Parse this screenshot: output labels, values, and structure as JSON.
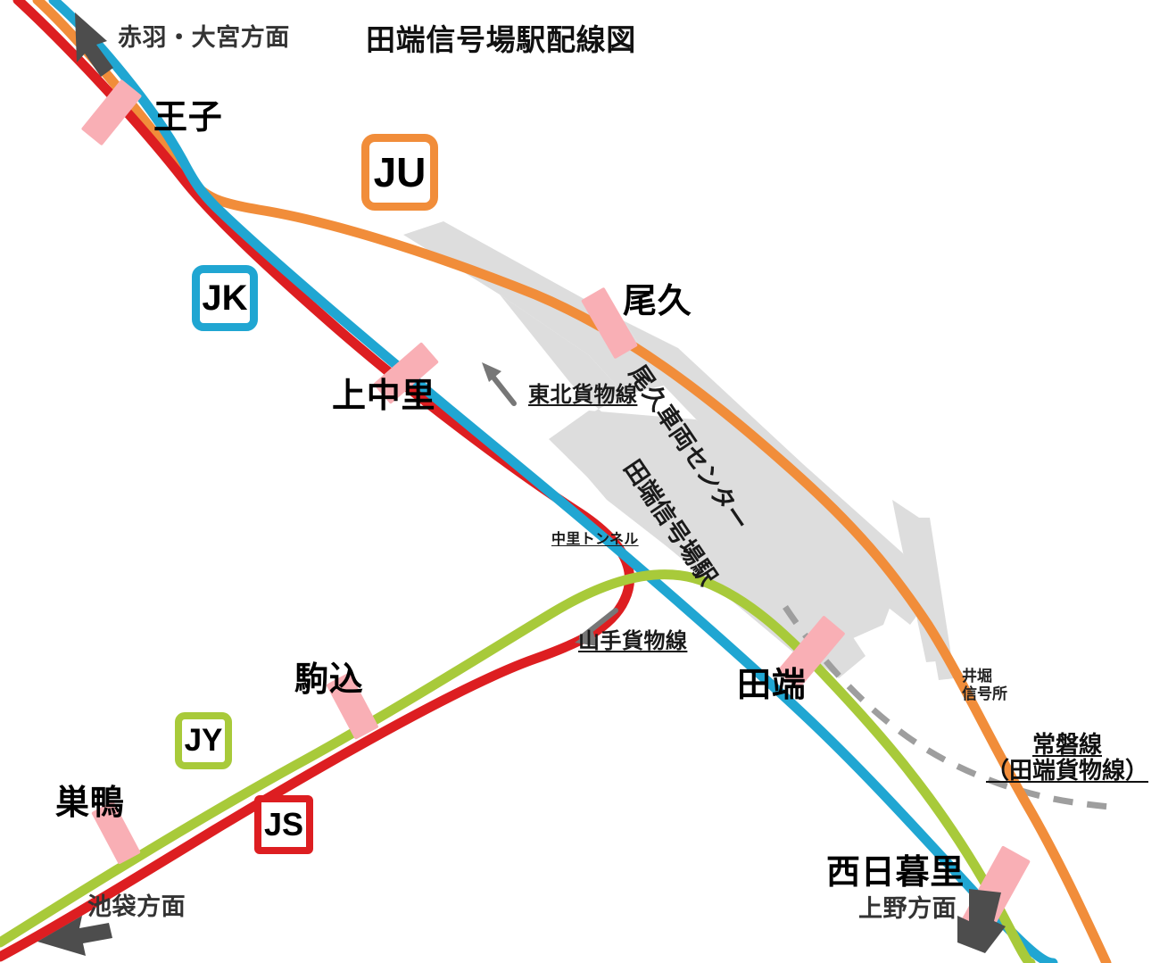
{
  "title": "田端信号場駅配線図",
  "colors": {
    "keihin_tohoku_blue": "#20A6D2",
    "utsunomiya_takasaki_orange": "#F18D3A",
    "freight_red": "#DD1E21",
    "yamanote_green": "#A8CA3A",
    "station_marker_pink": "#F9AFB5",
    "yard_gray": "#DDDDDD",
    "dashed_gray": "#9E9E9E",
    "arrow_gray": "#4D4D4D"
  },
  "directions": [
    {
      "id": "akabane-omiya",
      "label": "赤羽・大宮方面"
    },
    {
      "id": "ikebukuro",
      "label": "池袋方面"
    },
    {
      "id": "ueno",
      "label": "上野方面"
    }
  ],
  "stations": [
    {
      "id": "oji",
      "label": "王子"
    },
    {
      "id": "kaminakazato",
      "label": "上中里"
    },
    {
      "id": "oku",
      "label": "尾久"
    },
    {
      "id": "tabata",
      "label": "田端"
    },
    {
      "id": "komagome",
      "label": "駒込"
    },
    {
      "id": "sugamo",
      "label": "巣鴨"
    },
    {
      "id": "nishinippori",
      "label": "西日暮里"
    }
  ],
  "line_badges": [
    {
      "id": "ju",
      "code": "JU",
      "color": "#F18D3A"
    },
    {
      "id": "jk",
      "code": "JK",
      "color": "#20A6D2"
    },
    {
      "id": "jy",
      "code": "JY",
      "color": "#A8CA3A"
    },
    {
      "id": "js",
      "code": "JS",
      "color": "#DD1E21"
    }
  ],
  "line_labels": [
    {
      "id": "tohoku-freight",
      "label": "東北貨物線"
    },
    {
      "id": "yamanote-freight",
      "label": "山手貨物線"
    },
    {
      "id": "joban-line",
      "label": "常磐線"
    },
    {
      "id": "joban-line-sub",
      "label": "（田端貨物線）"
    }
  ],
  "facilities": [
    {
      "id": "oku-depot",
      "label": "尾久車両センター"
    },
    {
      "id": "tabata-signal-yard",
      "label": "田端信号場駅"
    },
    {
      "id": "nakazato-tunnel",
      "label": "中里トンネル"
    },
    {
      "id": "ibori-signal",
      "line1": "井堀",
      "line2": "信号所"
    }
  ]
}
